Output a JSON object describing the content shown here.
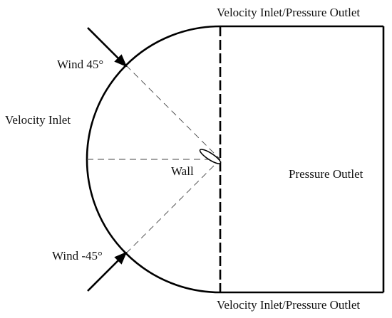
{
  "labels": {
    "top_boundary": "Velocity Inlet/Pressure Outlet",
    "bottom_boundary": "Velocity Inlet/Pressure Outlet",
    "left_boundary": "Velocity Inlet",
    "right_region": "Pressure Outlet",
    "wind_top": "Wind 45°",
    "wind_bottom": "Wind -45°",
    "wall": "Wall"
  },
  "colors": {
    "stroke": "#000000",
    "background": "#ffffff"
  }
}
